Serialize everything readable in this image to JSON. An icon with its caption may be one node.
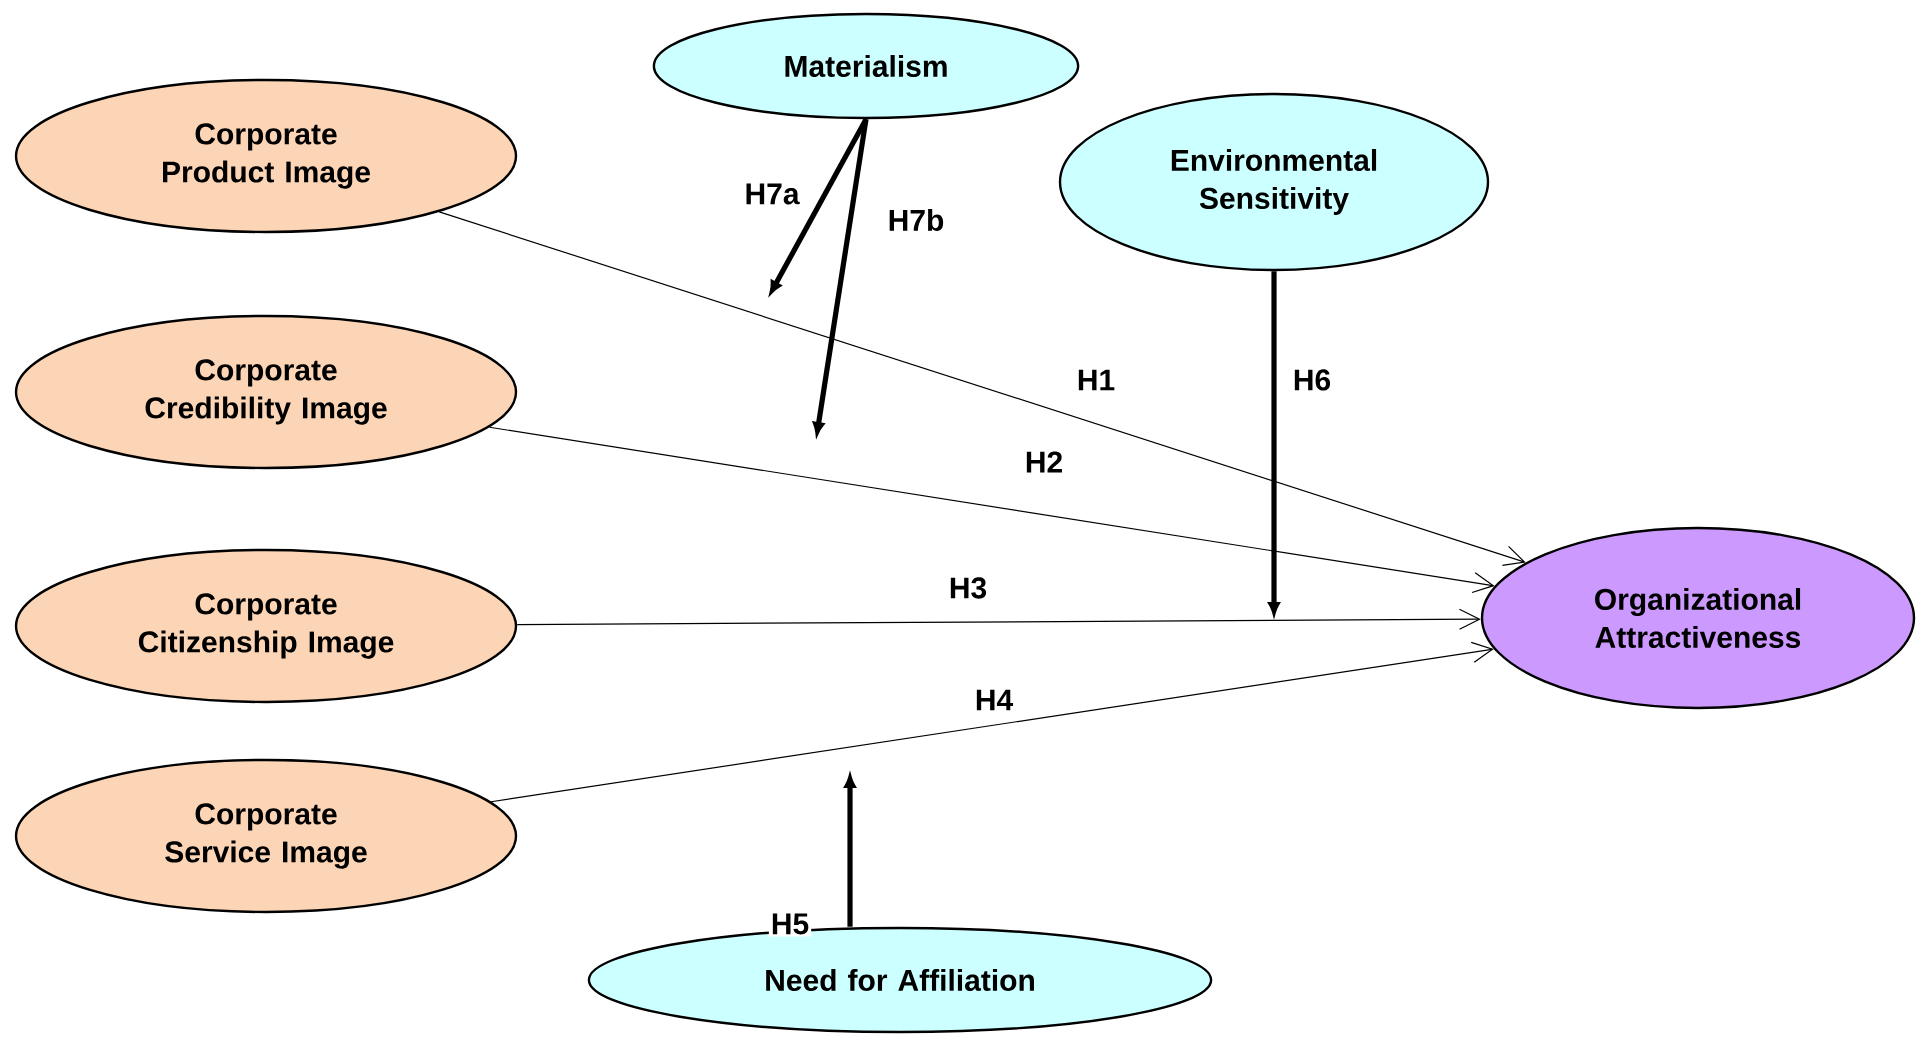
{
  "diagram": {
    "nodes": [
      {
        "text": [
          "Corporate Product Image"
        ]
      },
      {
        "text": [
          "Corporate Credibility Image"
        ]
      },
      {
        "text": [
          "Corporate Citizenship Image"
        ]
      },
      {
        "text": [
          "Corporate Service Image"
        ]
      },
      {
        "text": [
          "Materialism"
        ]
      },
      {
        "text": [
          "Environmental Sensitivity"
        ]
      },
      {
        "text": [
          "Need for Affiliation"
        ]
      },
      {
        "text": [
          "Organizational Attractiveness"
        ]
      }
    ],
    "edges": [
      {
        "from": 0,
        "to": 7,
        "arrow": "to",
        "label": "H1"
      },
      {
        "from": 1,
        "to": 7,
        "arrow": "to",
        "label": "H2"
      },
      {
        "from": 2,
        "to": 7,
        "arrow": "to",
        "label": "H3"
      },
      {
        "from": 3,
        "to": 7,
        "arrow": "to",
        "label": "H4"
      },
      {
        "from": 6,
        "to": null,
        "arrow": "to",
        "label": "H5",
        "style": "thick"
      },
      {
        "from": 5,
        "to": null,
        "arrow": "to",
        "label": "H6",
        "style": "thick"
      },
      {
        "from": 4,
        "to": null,
        "arrow": "to",
        "label": "H7a",
        "style": "thick"
      },
      {
        "from": 4,
        "to": null,
        "arrow": "to",
        "label": "H7b",
        "style": "thick"
      }
    ]
  }
}
